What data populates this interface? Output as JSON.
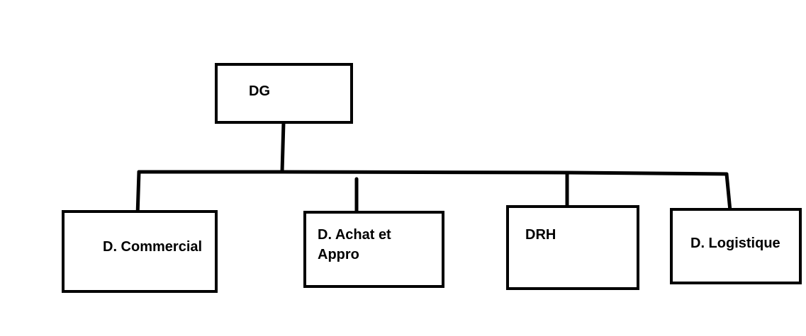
{
  "diagram": {
    "root": {
      "label": "DG"
    },
    "children": [
      {
        "label": "D. Commercial"
      },
      {
        "label": "D. Achat et\nAppro"
      },
      {
        "label": "DRH"
      },
      {
        "label": "D. Logistique"
      }
    ]
  },
  "colors": {
    "stroke": "#000000",
    "background": "#ffffff"
  }
}
